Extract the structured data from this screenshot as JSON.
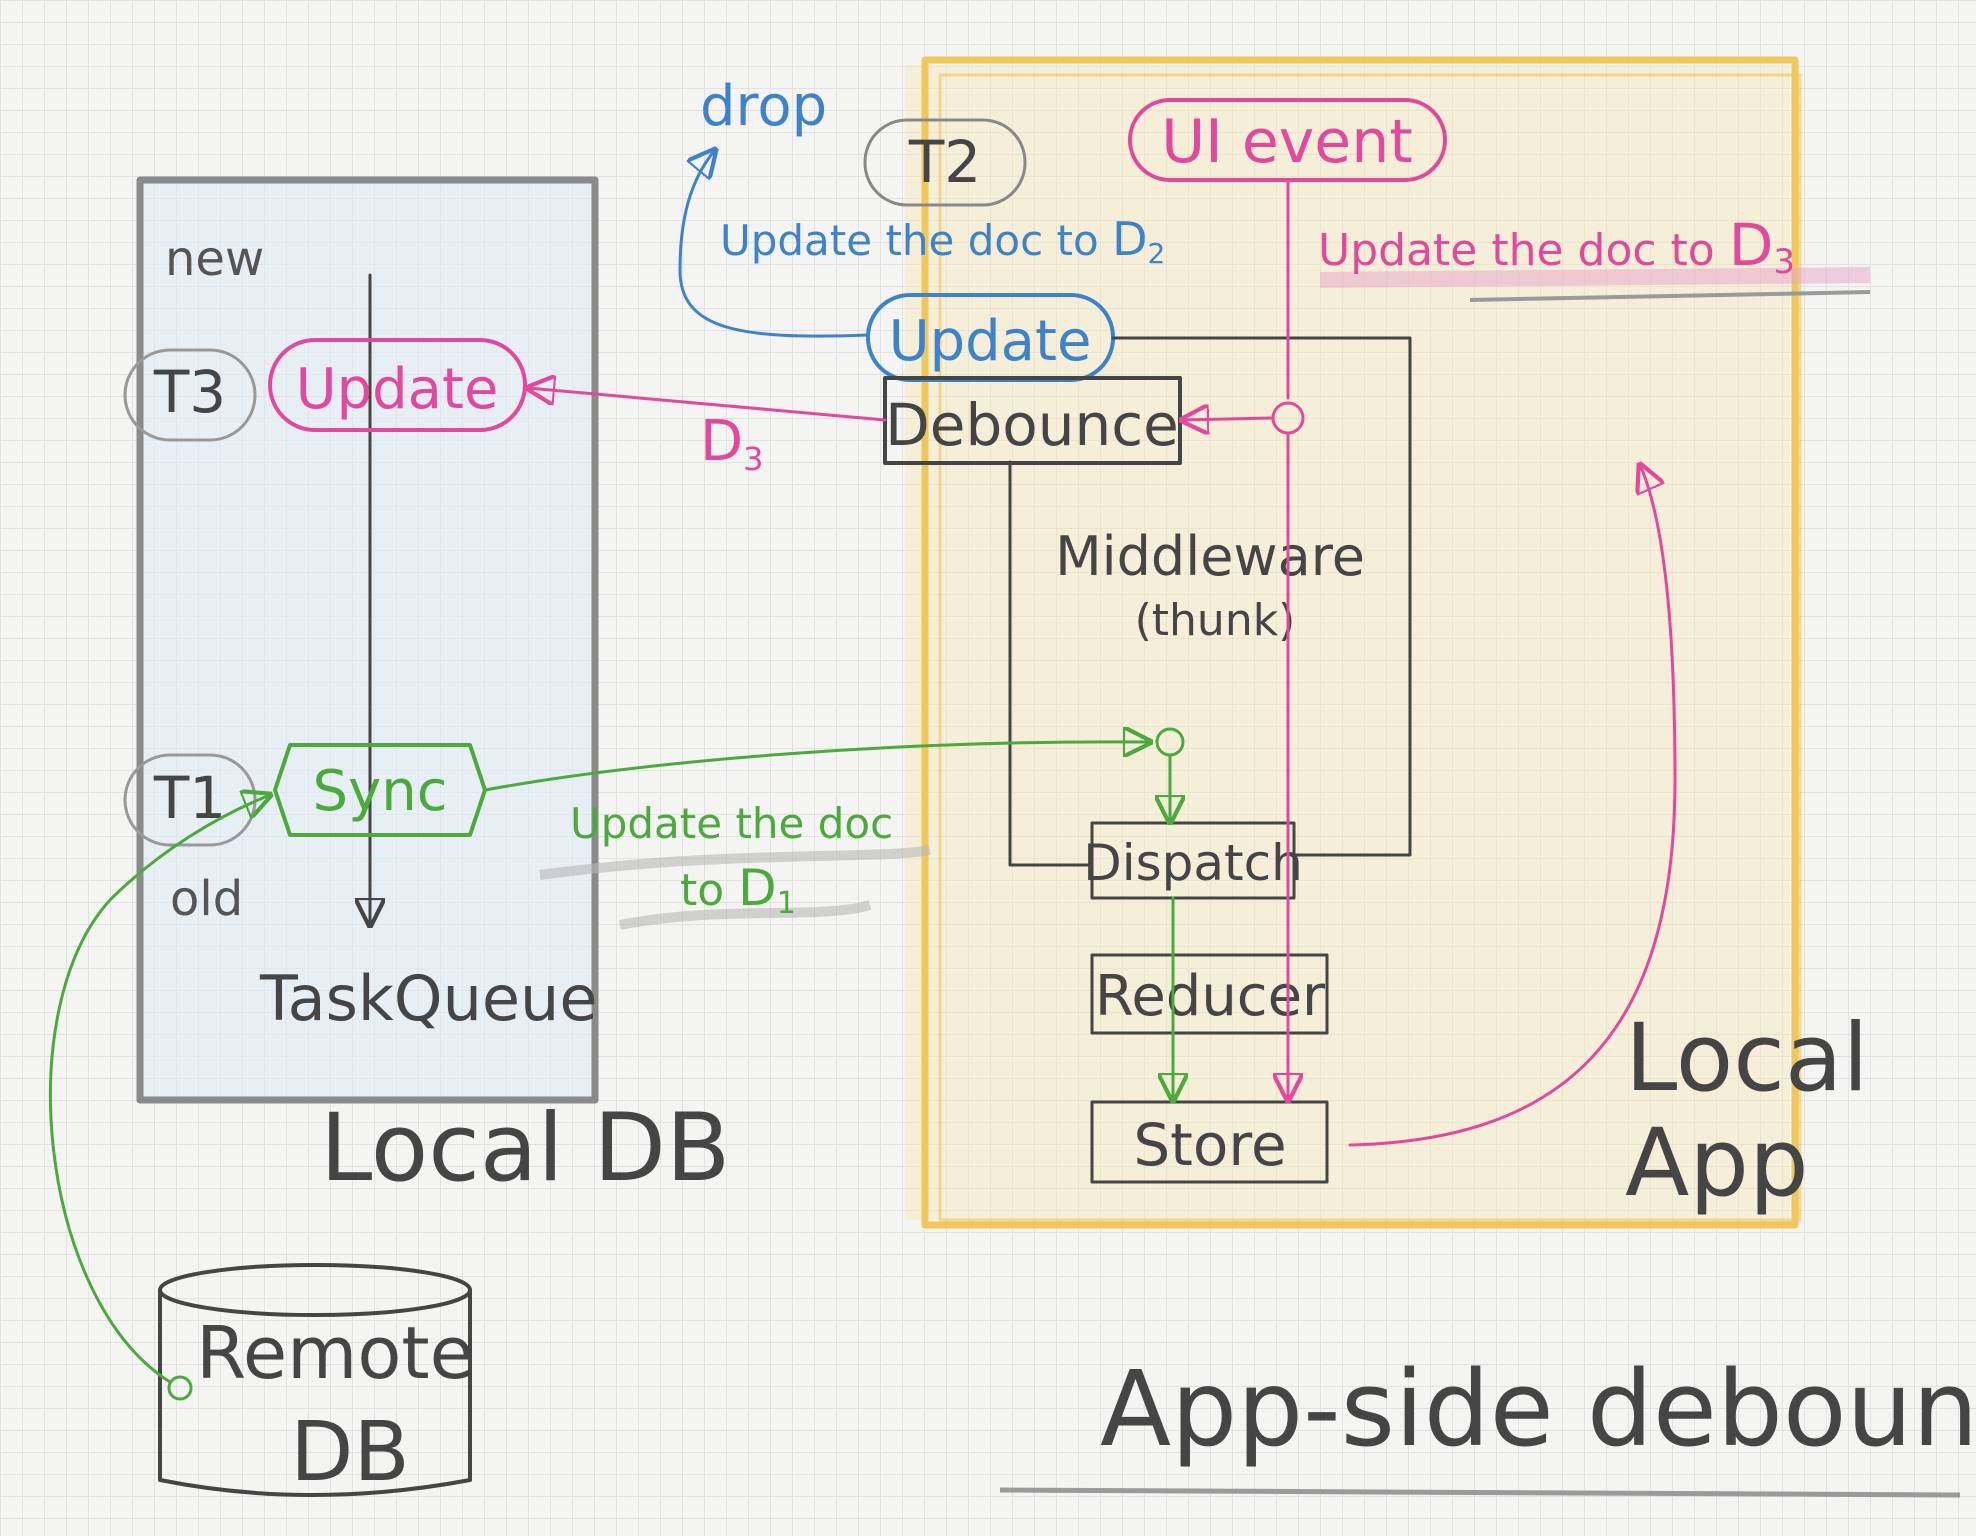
{
  "title": "App-side debounce",
  "local_db": {
    "label": "Local DB",
    "newer_label": "new",
    "older_label": "old",
    "queue_label": "TaskQueue",
    "tasks": [
      {
        "id": "T3",
        "label": "Update"
      },
      {
        "id": "T1",
        "label": "Sync"
      }
    ]
  },
  "remote_db": {
    "label_line1": "Remote",
    "label_line2": "DB"
  },
  "local_app": {
    "label_line1": "Local",
    "label_line2": "App",
    "ui_event": "UI event",
    "pending_task": {
      "id": "T2",
      "label": "Update"
    },
    "drop_label": "drop",
    "middleware_label": "Middleware",
    "middleware_sub": "(thunk)",
    "components": [
      "Debounce",
      "Dispatch",
      "Reducer",
      "Store"
    ]
  },
  "annotations": {
    "blue": {
      "text": "Update the doc to ",
      "doc": "D",
      "sub": "2"
    },
    "pink": {
      "text": "Update the doc to ",
      "doc": "D",
      "sub": "3"
    },
    "pink_small": {
      "doc": "D",
      "sub": "3"
    },
    "green_line1": "Update the doc",
    "green_line2": {
      "text": "to ",
      "doc": "D",
      "sub": "1"
    }
  },
  "colors": {
    "ink": "#454545",
    "pink": "#e2489b",
    "blue": "#3f82cc",
    "green": "#4caa3d",
    "yellow": "#efc75a",
    "light_blue": "#dce9f6"
  }
}
